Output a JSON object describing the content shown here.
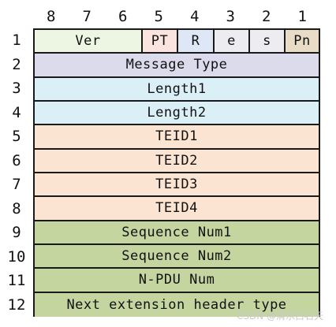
{
  "bit_labels": [
    "8",
    "7",
    "6",
    "5",
    "4",
    "3",
    "2",
    "1"
  ],
  "row_numbers": [
    "1",
    "2",
    "3",
    "4",
    "5",
    "6",
    "7",
    "8",
    "9",
    "10",
    "11",
    "12"
  ],
  "octet1": {
    "ver": "Ver",
    "pt": "PT",
    "r": "R",
    "e": "e",
    "s": "s",
    "pn": "Pn"
  },
  "rows": [
    "Message Type",
    "Length1",
    "Length2",
    "TEID1",
    "TEID2",
    "TEID3",
    "TEID4",
    "Sequence Num1",
    "Sequence Num2",
    "N-PDU Num",
    "Next extension header type"
  ],
  "colors": {
    "ver": "#edf5e3",
    "pt": "#fbe3e0",
    "r": "#dde7f6",
    "e_s": "#ececf1",
    "pn": "#e8dcc6",
    "message_type": "#dcdbec",
    "length": "#dbeff6",
    "teid": "#fce4d3",
    "sequence": "#c4d59f"
  },
  "watermark": "CSDN @清水白石天"
}
